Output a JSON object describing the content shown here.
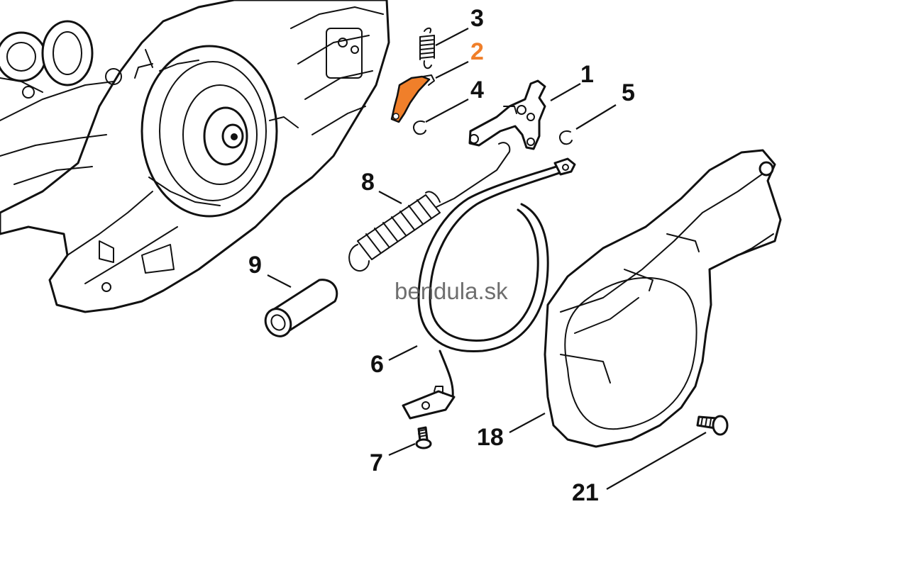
{
  "diagram": {
    "callouts": [
      {
        "id": "1",
        "label": "1"
      },
      {
        "id": "2",
        "label": "2",
        "highlighted": true
      },
      {
        "id": "3",
        "label": "3"
      },
      {
        "id": "4",
        "label": "4"
      },
      {
        "id": "5",
        "label": "5"
      },
      {
        "id": "6",
        "label": "6"
      },
      {
        "id": "7",
        "label": "7"
      },
      {
        "id": "8",
        "label": "8"
      },
      {
        "id": "9",
        "label": "9"
      },
      {
        "id": "18",
        "label": "18"
      },
      {
        "id": "21",
        "label": "21"
      }
    ],
    "watermark": "bendula.sk",
    "colors": {
      "highlight": "#f07f2a",
      "line": "#111111",
      "background": "#ffffff",
      "watermark": "#555555"
    }
  }
}
